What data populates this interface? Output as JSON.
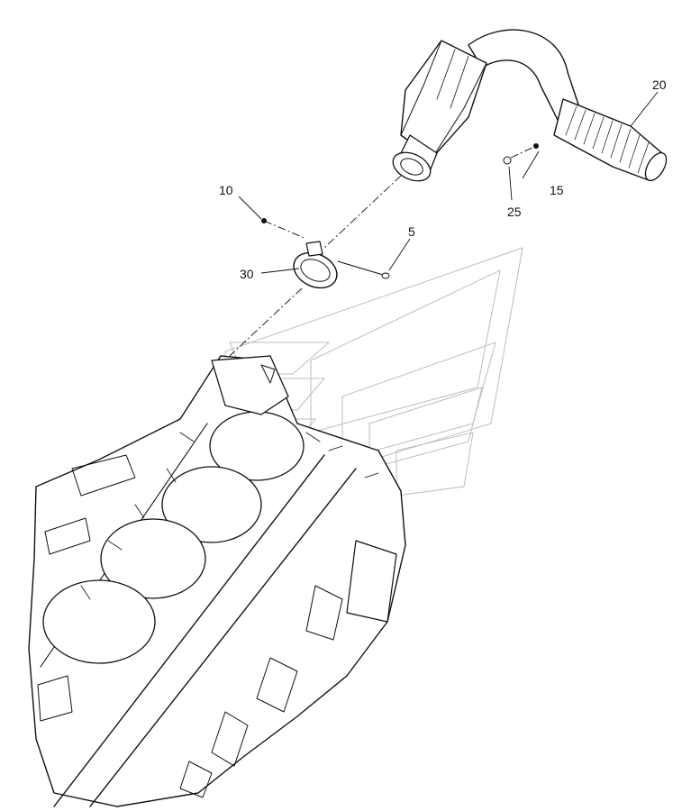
{
  "callouts": {
    "c5": "5",
    "c10": "10",
    "c15": "15",
    "c20": "20",
    "c25": "25",
    "c30": "30"
  },
  "colors": {
    "ink": "#111111",
    "watermark": "#bdbdbd",
    "background": "#ffffff"
  }
}
